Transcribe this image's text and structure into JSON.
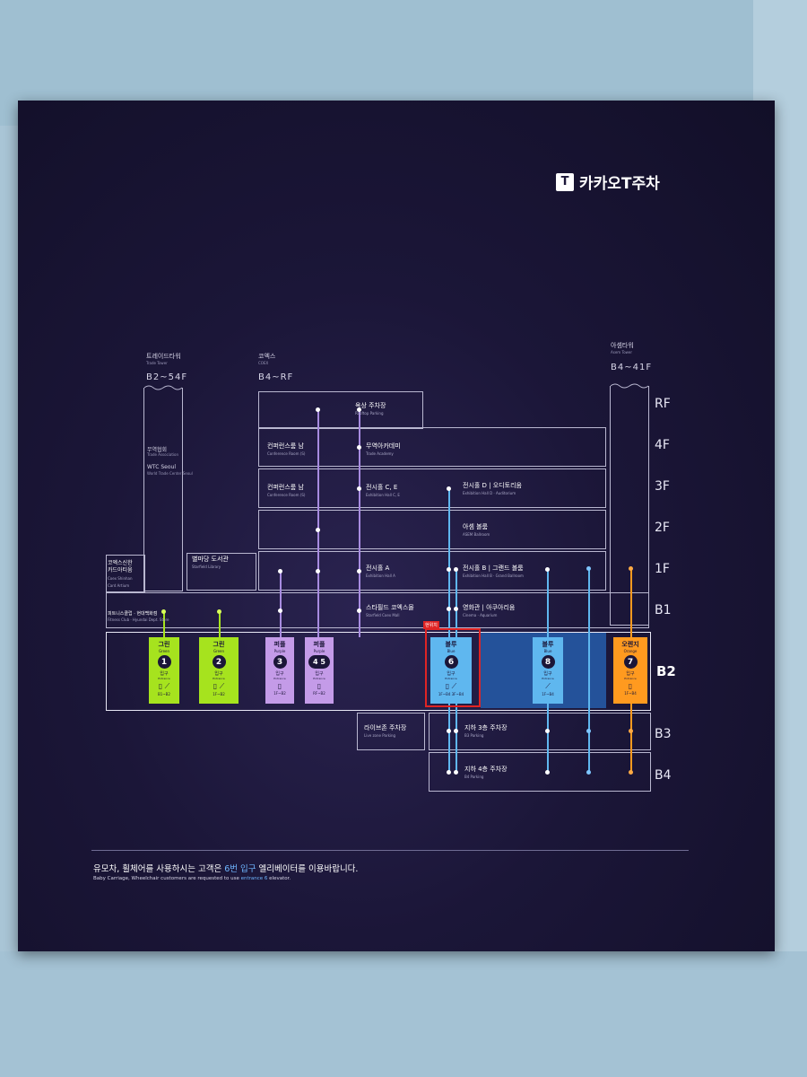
{
  "brand": {
    "logo": "T",
    "name": "카카오T주차"
  },
  "towers": [
    {
      "name_ko": "트레이드타워",
      "name_en": "Trade Tower",
      "range": "B2~54F"
    },
    {
      "name_ko": "코엑스",
      "name_en": "COEX",
      "range": "B4~RF"
    },
    {
      "name_ko": "아셈타워",
      "name_en": "Asem Tower",
      "range": "B4~41F"
    }
  ],
  "trade_tower_labels": [
    {
      "ko": "무역협회",
      "en": "Trade Association"
    },
    {
      "ko": "WTC Seoul",
      "en": "World Trade Center Seoul"
    }
  ],
  "floors": [
    "RF",
    "4F",
    "3F",
    "2F",
    "1F",
    "B1",
    "B2",
    "B3",
    "B4"
  ],
  "rooms": {
    "rooftop": {
      "ko": "옥상 주차장",
      "en": "Rooftop Parking"
    },
    "conf_4f": {
      "ko": "컨퍼런스룸 남",
      "en": "Conference Room (S)"
    },
    "academy": {
      "ko": "무역아카데미",
      "en": "Trade Academy"
    },
    "conf_3f": {
      "ko": "컨퍼런스룸 남",
      "en": "Conference Room (S)"
    },
    "hall_ce": {
      "ko": "전시홀 C, E",
      "en": "Exhibition Hall C, E"
    },
    "hall_d": {
      "ko": "전시홀 D | 오디토리움",
      "en": "Exhibition Hall D · Auditorium"
    },
    "asem": {
      "ko": "아셈 볼룸",
      "en": "ASEM Ballroom"
    },
    "hall_a": {
      "ko": "전시홀 A",
      "en": "Exhibition Hall A"
    },
    "hall_b": {
      "ko": "전시홀 B | 그랜드 볼룸",
      "en": "Exhibition Hall B · Grand Ballroom"
    },
    "starfield": {
      "ko": "별마당 도서관",
      "en": "Starfield Library"
    },
    "coex_mall": {
      "ko": "스타필드 코엑스몰",
      "en": "Starfield Coex Mall"
    },
    "cinema": {
      "ko": "영화관 | 아쿠아리움",
      "en": "Cinema · Aquarium"
    },
    "card": {
      "ko": "코엑스신한\n카드아티움",
      "en": "Coex Shinhan Card Artium"
    },
    "b1_shops": {
      "ko": "피트니스클럽 · 현대백화점",
      "en": "Fitness Club · Hyundai Dept. Store"
    },
    "live_zone": {
      "ko": "라이브존 주차장",
      "en": "Live zone Parking"
    },
    "b3": {
      "ko": "지하 3층 주차장",
      "en": "B3 Parking"
    },
    "b4": {
      "ko": "지하 4층 주차장",
      "en": "B4 Parking"
    }
  },
  "entrances": [
    {
      "color_ko": "그린",
      "color_en": "Green",
      "num": "1",
      "entry_ko": "입구",
      "entry_en": "Entrance",
      "icons": "▯ ⟋",
      "range": "B1~B2",
      "bg": "#a6e31e"
    },
    {
      "color_ko": "그린",
      "color_en": "Green",
      "num": "2",
      "entry_ko": "입구",
      "entry_en": "Entrance",
      "icons": "▯ ⟋",
      "range": "1F~B2",
      "bg": "#a6e31e"
    },
    {
      "color_ko": "퍼플",
      "color_en": "Purple",
      "num": "3",
      "entry_ko": "입구",
      "entry_en": "Entrance",
      "icons": "▯",
      "range": "1F~B2",
      "bg": "#c49be8"
    },
    {
      "color_ko": "퍼플",
      "color_en": "Purple",
      "num": "4 5",
      "entry_ko": "입구",
      "entry_en": "Entrance",
      "icons": "▯",
      "range": "RF~B2",
      "bg": "#c49be8"
    },
    {
      "color_ko": "블루",
      "color_en": "Blue",
      "num": "6",
      "entry_ko": "입구",
      "entry_en": "Entrance",
      "icons": "▯ ⟋",
      "range": "1F~B4   3F~B4",
      "bg": "#5fb7ef"
    },
    {
      "color_ko": "블루",
      "color_en": "Blue",
      "num": "8",
      "entry_ko": "입구",
      "entry_en": "Entrance",
      "icons": "⟋",
      "range": "1F~B4",
      "bg": "#5fb7ef"
    },
    {
      "color_ko": "오렌지",
      "color_en": "Orange",
      "num": "7",
      "entry_ko": "입구",
      "entry_en": "Entrance",
      "icons": "▯",
      "range": "1F~B4",
      "bg": "#ff9a1f"
    }
  ],
  "here_marker": "현위치",
  "notice": {
    "ko_pre": "유모차, 휠체어를 사용하시는 고객은 ",
    "ko_hl": "6번 입구",
    "ko_post": " 엘리베이터를 이용바랍니다.",
    "en_pre": "Baby Carriage, Wheelchair customers are requested to use ",
    "en_hl": "entrance 6",
    "en_post": " elevator."
  },
  "colors": {
    "board": "#1b1638",
    "blue_zone": "#24529a",
    "here": "#e02424"
  }
}
